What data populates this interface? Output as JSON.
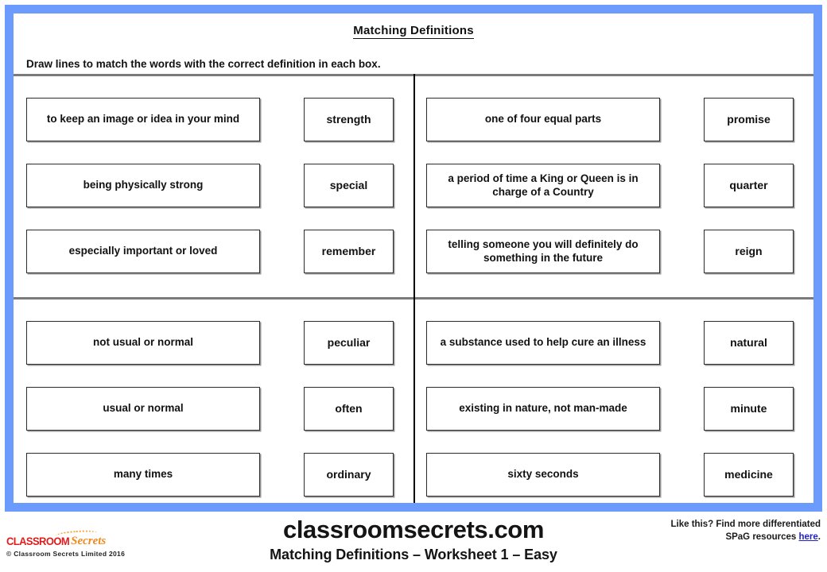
{
  "theme": {
    "frame_color": "#6b9bfc",
    "divider_gray": "#7b7b7b",
    "divider_black": "#000000",
    "box_border": "#2b2b2b",
    "link_color": "#2222cc",
    "logo_red": "#e21b1b",
    "logo_orange": "#f08a1e"
  },
  "header": {
    "title": "Matching Definitions",
    "instruction": "Draw lines to match the words with the correct definition in each box."
  },
  "quadrants": [
    {
      "id": "top-left",
      "rows": [
        {
          "definition": "to keep an image or idea in your mind",
          "word": "strength"
        },
        {
          "definition": "being physically strong",
          "word": "special"
        },
        {
          "definition": "especially important or loved",
          "word": "remember"
        }
      ]
    },
    {
      "id": "top-right",
      "rows": [
        {
          "definition": "one of four equal parts",
          "word": "promise"
        },
        {
          "definition": "a period of time a King or Queen is in charge of a Country",
          "word": "quarter"
        },
        {
          "definition": "telling someone you will definitely do something in the future",
          "word": "reign"
        }
      ]
    },
    {
      "id": "bottom-left",
      "rows": [
        {
          "definition": "not usual or normal",
          "word": "peculiar"
        },
        {
          "definition": "usual or normal",
          "word": "often"
        },
        {
          "definition": "many times",
          "word": "ordinary"
        }
      ]
    },
    {
      "id": "bottom-right",
      "rows": [
        {
          "definition": "a substance used to help cure an illness",
          "word": "natural"
        },
        {
          "definition": "existing in nature, not man-made",
          "word": "minute"
        },
        {
          "definition": "sixty seconds",
          "word": "medicine"
        }
      ]
    }
  ],
  "footer": {
    "brand_url": "classroomsecrets.com",
    "worksheet_line": "Matching Definitions – Worksheet 1 – Easy",
    "promo_line1": "Like this? Find more differentiated",
    "promo_line2_prefix": "SPaG resources ",
    "promo_link": "here",
    "promo_line2_suffix": ".",
    "logo_word1": "CLASSROOM",
    "logo_word2": "Secrets",
    "copyright": "© Classroom Secrets Limited 2016"
  }
}
